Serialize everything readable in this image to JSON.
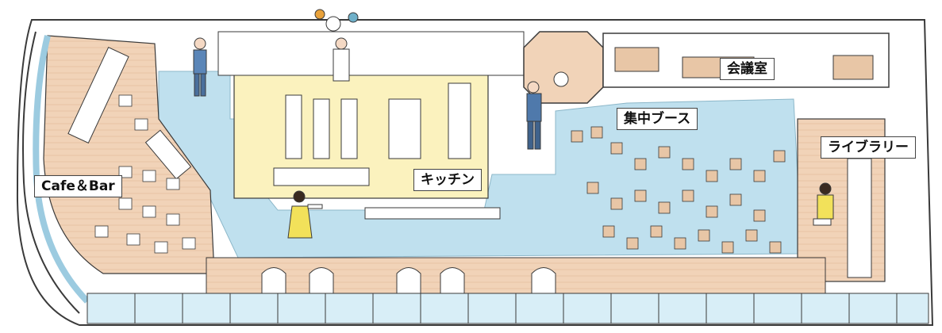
{
  "labels": {
    "cafe_bar": "Cafe＆Bar",
    "kitchen": "キッチン",
    "meeting_room": "会議室",
    "focus_booth": "集中ブース",
    "library": "ライブラリー"
  },
  "colors": {
    "water_blue": "#bfe0ee",
    "wood_floor": "#f1d3b8",
    "kitchen_yellow": "#fbf2be",
    "table_top": "#e8c6a6",
    "outline": "#3a3a3a",
    "white": "#ffffff"
  },
  "figures": [
    "man-with-bag",
    "chef-with-food",
    "man-with-tablet",
    "woman-with-tray",
    "woman-reading"
  ]
}
